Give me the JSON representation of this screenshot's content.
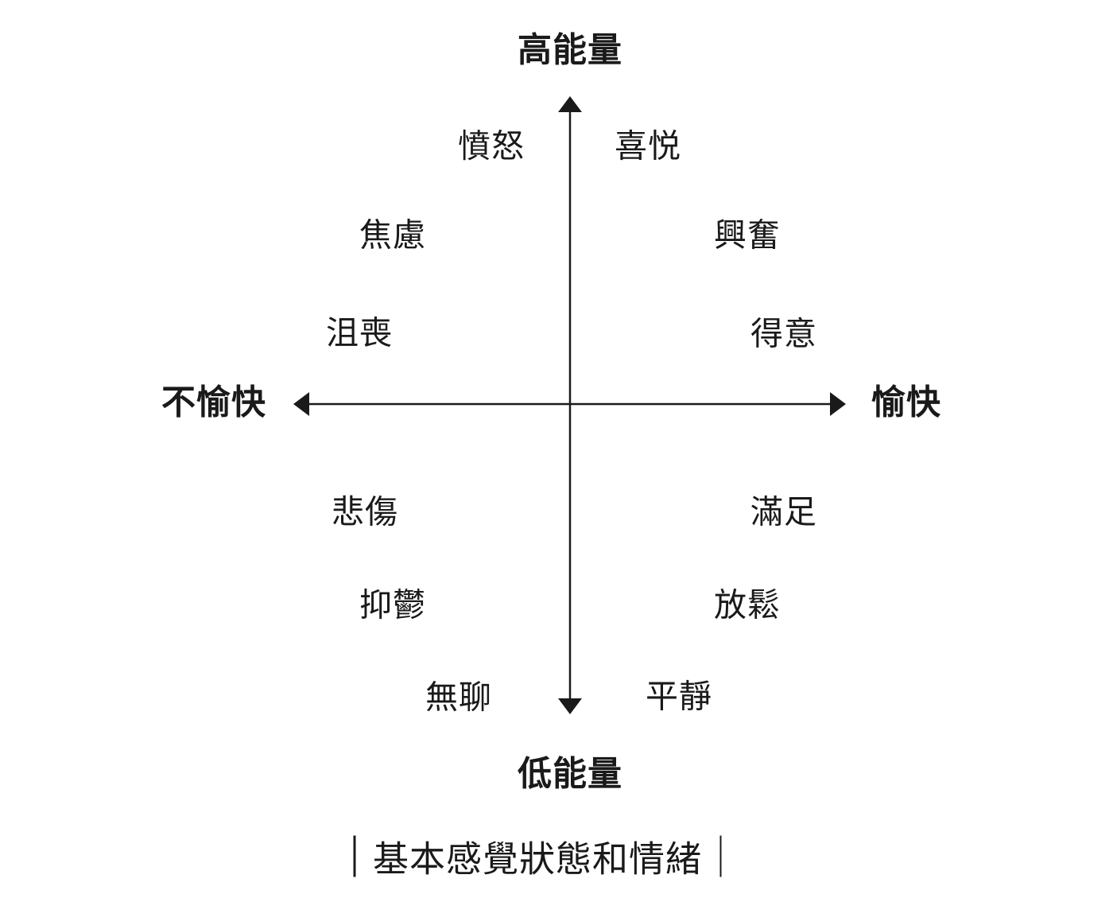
{
  "diagram": {
    "type": "quadrant-emotion-map",
    "colors": {
      "ink": "#1a1a1a",
      "background": "#ffffff"
    },
    "axis_labels": {
      "top": "高能量",
      "bottom": "低能量",
      "left": "不愉快",
      "right": "愉快"
    },
    "quadrants": {
      "top_left": [
        "憤怒",
        "焦慮",
        "沮喪"
      ],
      "top_right": [
        "喜悦",
        "興奮",
        "得意"
      ],
      "bottom_left": [
        "悲傷",
        "抑鬱",
        "無聊"
      ],
      "bottom_right": [
        "滿足",
        "放鬆",
        "平靜"
      ]
    },
    "emotions": {
      "anger": "憤怒",
      "joy": "喜悦",
      "anxiety": "焦慮",
      "excitement": "興奮",
      "frustration": "沮喪",
      "pride": "得意",
      "sadness": "悲傷",
      "satisfaction": "滿足",
      "depression": "抑鬱",
      "relaxation": "放鬆",
      "boredom": "無聊",
      "calm": "平靜"
    },
    "caption": "基本感覺狀態和情緒"
  }
}
